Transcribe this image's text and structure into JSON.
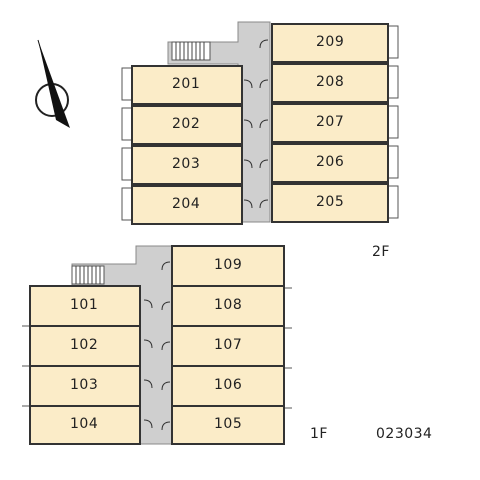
{
  "floors": [
    {
      "label": "2F",
      "units": [
        "201",
        "202",
        "203",
        "204",
        "205",
        "206",
        "207",
        "208",
        "209"
      ]
    },
    {
      "label": "1F",
      "units": [
        "101",
        "102",
        "103",
        "104",
        "105",
        "106",
        "107",
        "108",
        "109"
      ]
    }
  ],
  "code": "023034",
  "compass": "north-arrow-icon",
  "colors": {
    "unit_fill": "#fbecc8",
    "corridor": "#cfcfcf",
    "outline": "#333333",
    "balcony": "#ffffff"
  }
}
